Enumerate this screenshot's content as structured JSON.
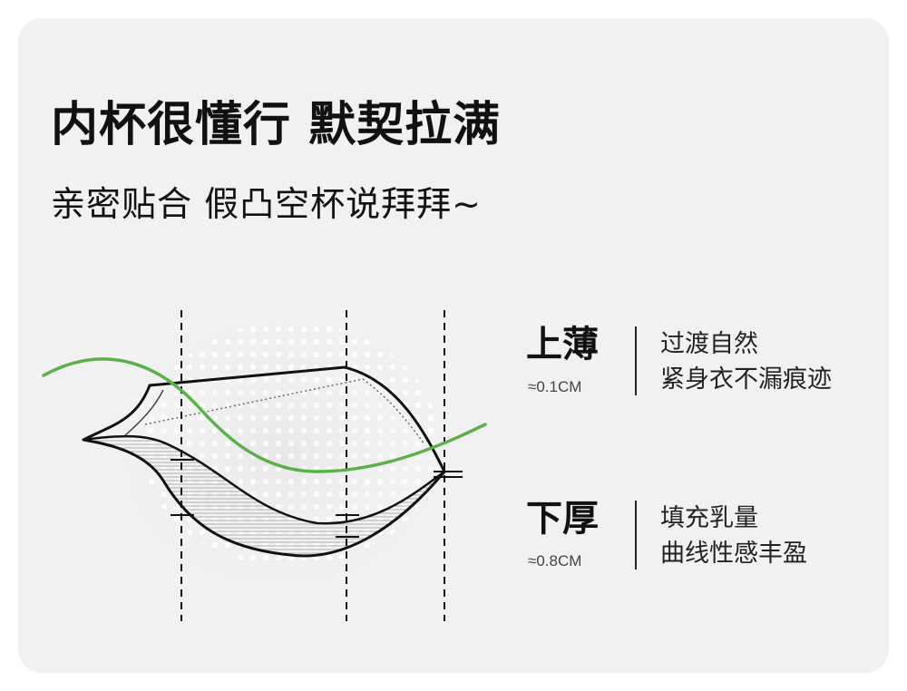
{
  "headline": "内杯很懂行 默契拉满",
  "subline": "亲密贴合 假凸空杯说拜拜~",
  "specs": {
    "top": {
      "title": "上薄",
      "value": "≈0.1CM",
      "desc_line1": "过渡自然",
      "desc_line2": "紧身衣不漏痕迹"
    },
    "bottom": {
      "title": "下厚",
      "value": "≈0.8CM",
      "desc_line1": "填充乳量",
      "desc_line2": "曲线性感丰盈"
    }
  },
  "colors": {
    "card_background": "#f1f1f1",
    "accent_curve": "#5cb04a",
    "outline": "#111111"
  }
}
